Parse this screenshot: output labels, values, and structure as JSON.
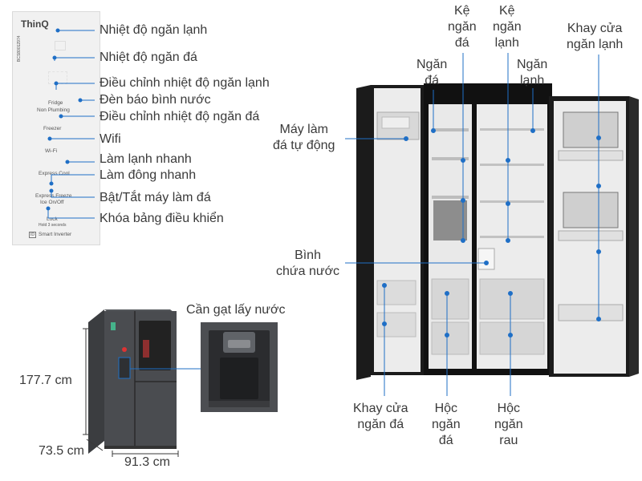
{
  "panel": {
    "brand": "ThinQ",
    "buttons": [
      "Fridge",
      "Non Plumbing",
      "Freezer",
      "Wi-Fi",
      "Express Cool",
      "Express Freeze",
      "Ice On/Off",
      "Lock",
      "Hold 3 seconds"
    ],
    "inverter": "Smart Inverter",
    "inverter_badge": "ID",
    "serial": "BCS80012974"
  },
  "panel_labels": [
    "Nhiệt độ ngăn lạnh",
    "Nhiệt độ ngăn đá",
    "Điều chỉnh nhiệt độ ngăn lạnh",
    "Đèn báo bình nước",
    "Điều chỉnh nhiệt độ ngăn đá",
    "Wifi",
    "Làm lạnh nhanh",
    "Làm đông nhanh",
    "Bật/Tắt máy làm đá",
    "Khóa bảng điều khiển"
  ],
  "fridge_labels": {
    "ke_ngan_da": "Kệ\nngăn\nđá",
    "ke_ngan_lanh": "Kệ\nngăn\nlạnh",
    "khay_cua_ngan_lanh": "Khay cửa\nngăn lạnh",
    "ngan_da": "Ngăn\nđá",
    "ngan_lanh": "Ngăn\nlạnh",
    "may_lam_da": "Máy làm\nđá tự động",
    "binh_chua_nuoc": "Bình\nchứa nước",
    "khay_cua_ngan_da": "Khay cửa\nngăn đá",
    "hoc_ngan_da": "Hộc\nngăn\nđá",
    "hoc_ngan_rau": "Hộc\nngăn\nrau"
  },
  "dispenser_label": "Cần gạt lấy nước",
  "dimensions": {
    "height": "177.7 cm",
    "depth": "73.5 cm",
    "width": "91.3 cm"
  },
  "colors": {
    "accent": "#1f6fc6",
    "text": "#3a3a3a",
    "fridge_body": "#1b1b1b",
    "interior": "#e9e9e9"
  }
}
